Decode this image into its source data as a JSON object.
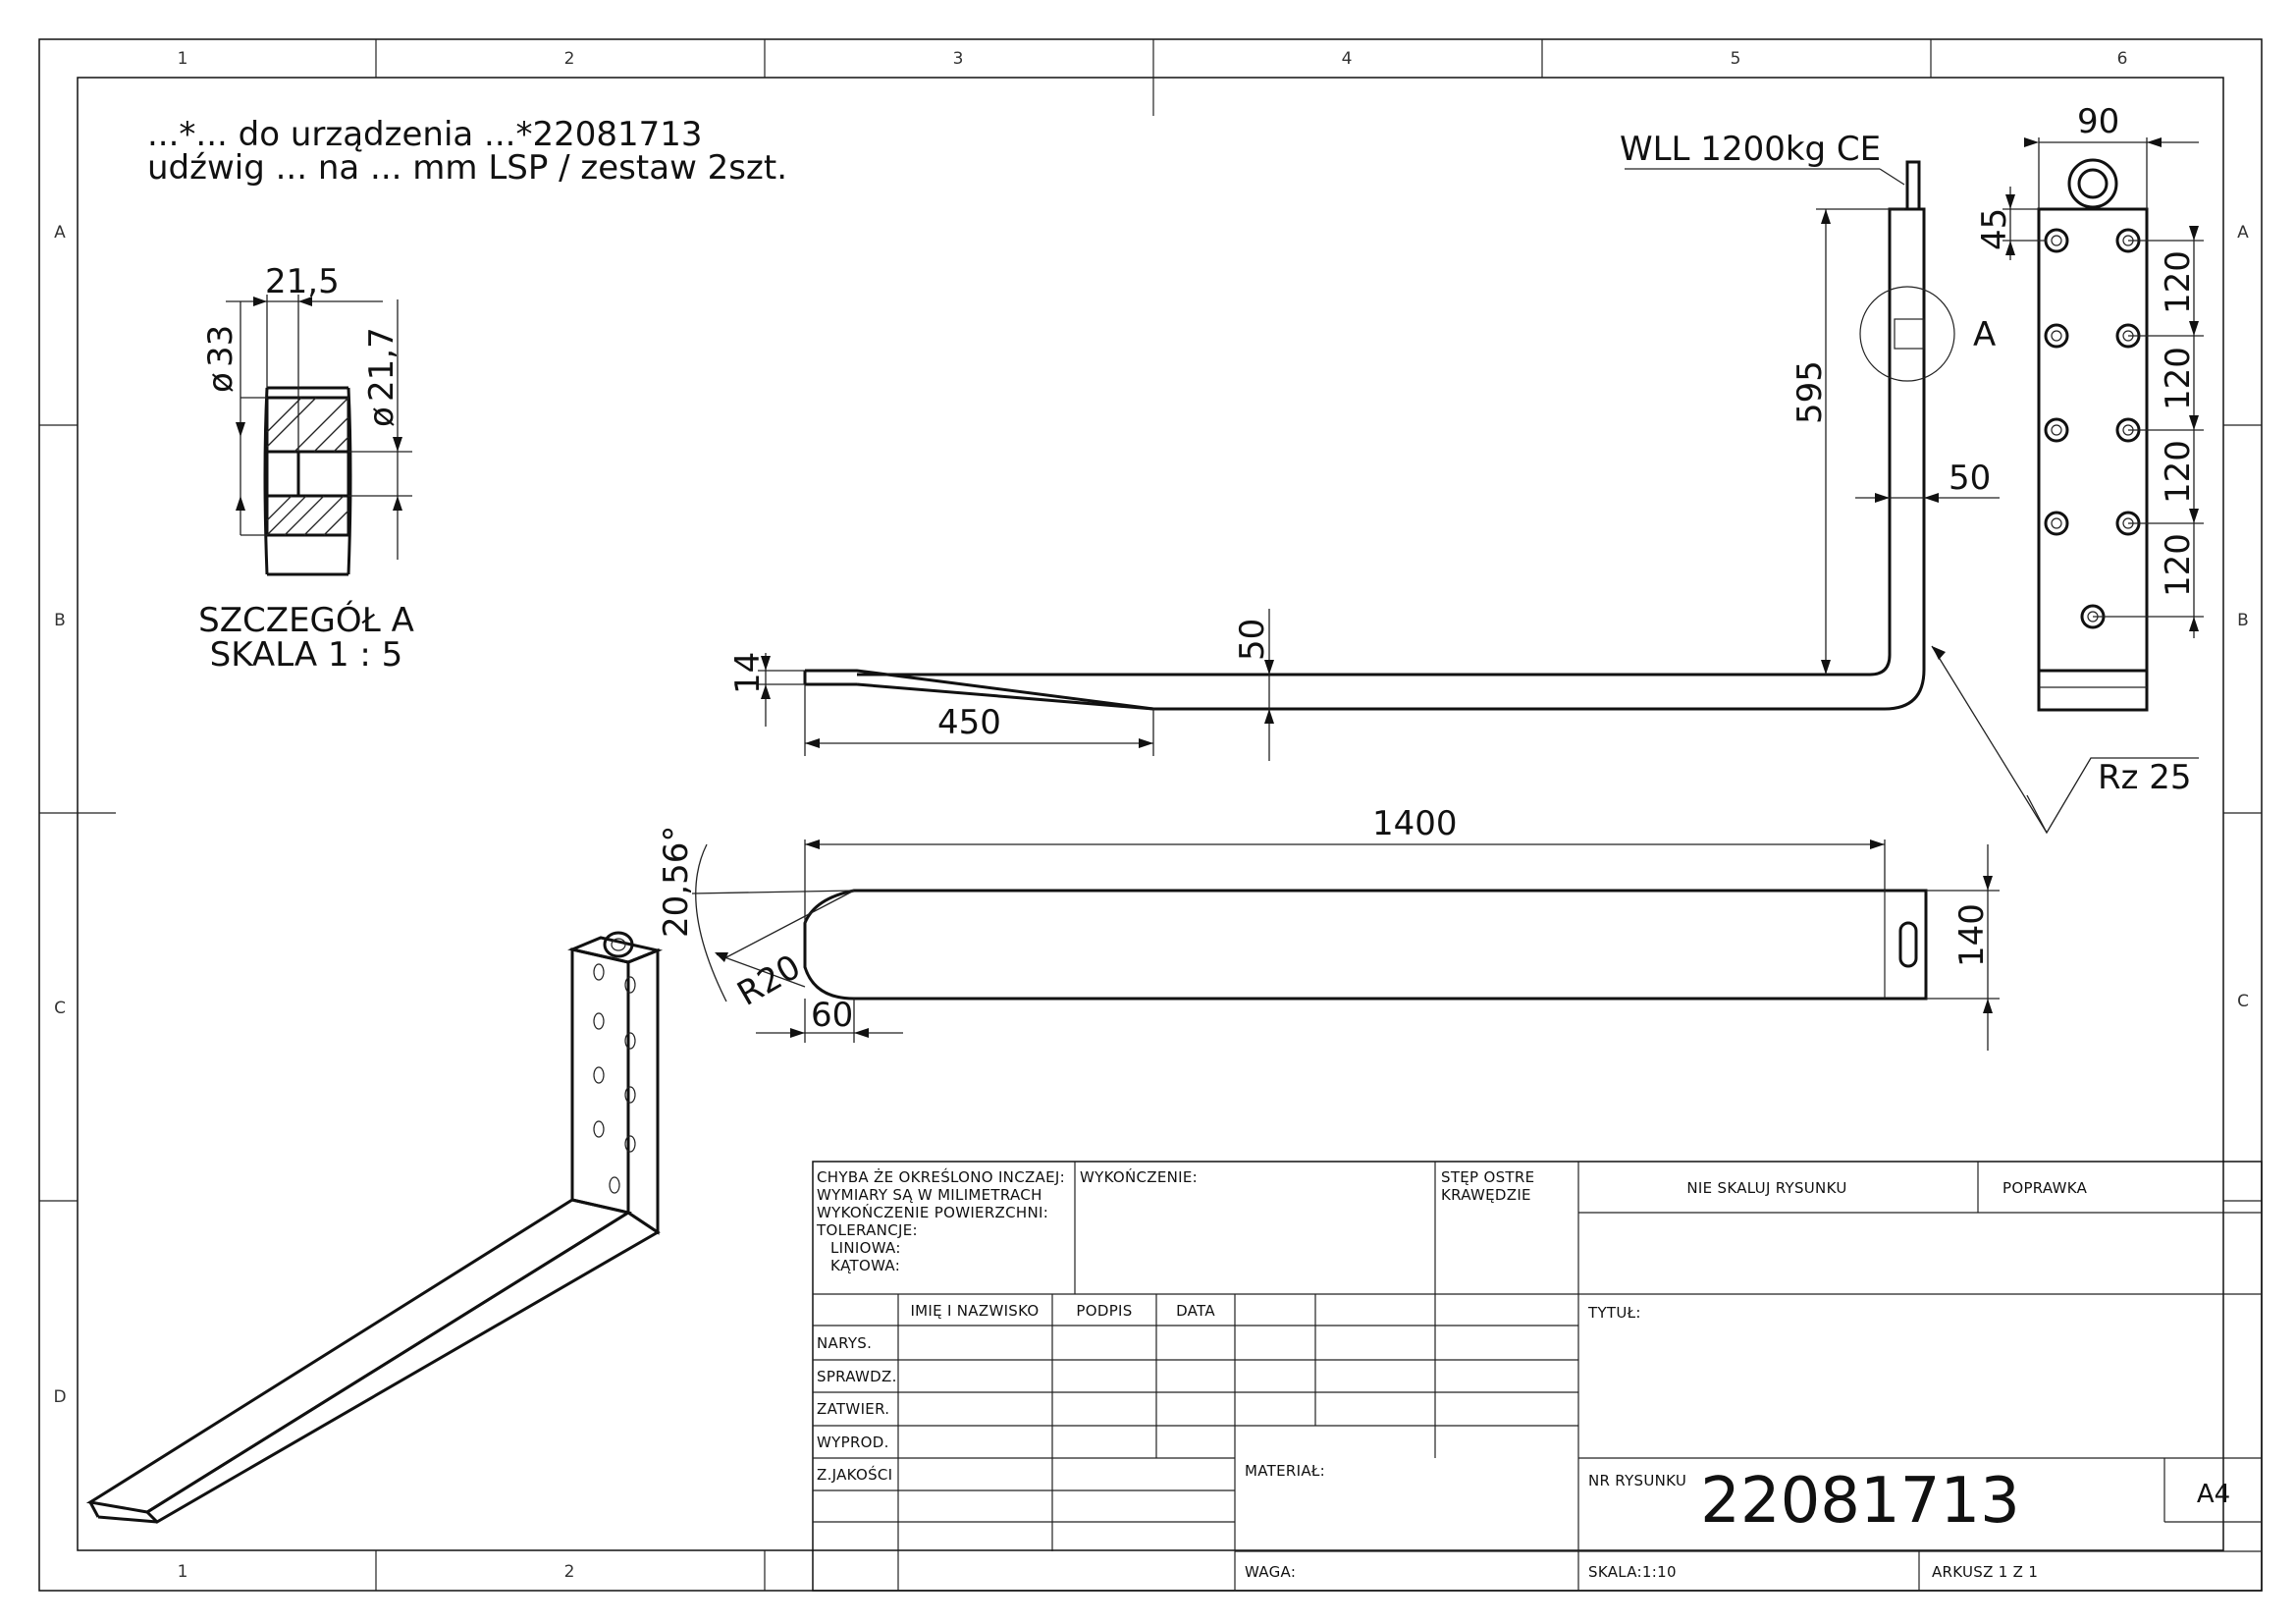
{
  "header": {
    "line1": "...*... do urządzenia ...*22081713",
    "line2": "udźwig ... na ... mm LSP / zestaw 2szt."
  },
  "zones": {
    "columns": [
      "1",
      "2",
      "3",
      "4",
      "5",
      "6"
    ],
    "rows": [
      "A",
      "B",
      "C",
      "D"
    ]
  },
  "detail": {
    "title": "SZCZEGÓŁ A",
    "scale": "SKALA 1 : 5",
    "dims": {
      "width": "21,5",
      "outer_dia": "33",
      "inner_dia": "21,7"
    },
    "diameter_symbol": "ø",
    "callout": "A"
  },
  "side_view": {
    "wll": "WLL 1200kg CE",
    "dims": {
      "height": "595",
      "thickness_vertical": "50",
      "thickness_horizontal": "50",
      "tip": "14",
      "taper": "450"
    },
    "roughness": "Rz 25"
  },
  "top_view": {
    "dims": {
      "length": "1400",
      "width": "140",
      "angle": "20,56°",
      "radius": "R20",
      "chamfer": "60"
    }
  },
  "front_view": {
    "dims": {
      "width": "90",
      "top": "45",
      "pitch": [
        "120",
        "120",
        "120",
        "120"
      ]
    }
  },
  "title_block": {
    "general_notes": [
      "CHYBA ŻE OKREŚLONO INCZAEJ:",
      "WYMIARY SĄ W MILIMETRACH",
      "WYKOŃCZENIE POWIERZCHNI:",
      "TOLERANCJE:",
      "LINIOWA:",
      "KĄTOWA:"
    ],
    "finish_label": "WYKOŃCZENIE:",
    "edges_label": [
      "STĘP OSTRE",
      "KRAWĘDZIE"
    ],
    "no_scale": "NIE SKALUJ RYSUNKU",
    "revision": "POPRAWKA",
    "col_headers": [
      "IMIĘ I NAZWISKO",
      "PODPIS",
      "DATA"
    ],
    "row_labels": [
      "NARYS.",
      "SPRAWDZ.",
      "ZATWIER.",
      "WYPROD.",
      "Z.JAKOŚCI"
    ],
    "material_label": "MATERIAŁ:",
    "weight_label": "WAGA:",
    "title_label": "TYTUŁ:",
    "drawing_no_label": "NR RYSUNKU",
    "drawing_no": "22081713",
    "format": "A4",
    "scale": "SKALA:1:10",
    "sheet": "ARKUSZ 1 Z 1"
  }
}
